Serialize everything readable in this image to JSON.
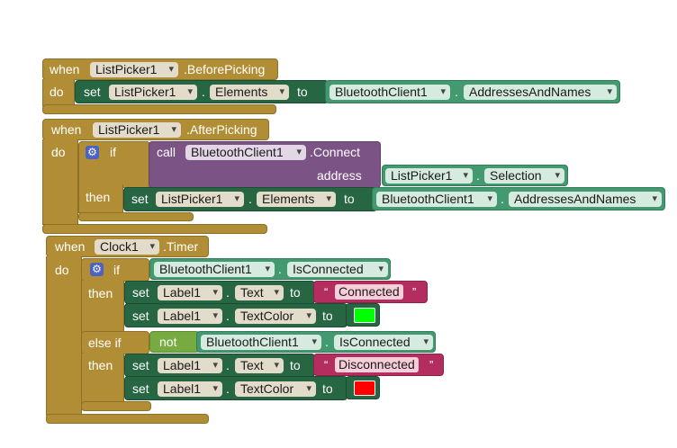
{
  "kw": {
    "when": "when",
    "do": "do",
    "set": "set",
    "to": "to",
    "call": "call",
    "if": "if",
    "then": "then",
    "else_if": "else if",
    "not": "not",
    "address": "address"
  },
  "b1": {
    "component": "ListPicker1",
    "event": ".BeforePicking",
    "set_comp": "ListPicker1",
    "set_prop": "Elements",
    "val_comp": "BluetoothClient1",
    "val_prop": "AddressesAndNames"
  },
  "b2": {
    "component": "ListPicker1",
    "event": ".AfterPicking",
    "call_comp": "BluetoothClient1",
    "method": ".Connect",
    "addr_comp": "ListPicker1",
    "addr_prop": "Selection",
    "set_comp": "ListPicker1",
    "set_prop": "Elements",
    "val_comp": "BluetoothClient1",
    "val_prop": "AddressesAndNames"
  },
  "b3": {
    "component": "Clock1",
    "event": ".Timer",
    "cond_comp": "BluetoothClient1",
    "cond_prop": "IsConnected",
    "s1_comp": "Label1",
    "s1_prop": "Text",
    "s1_val": "Connected",
    "s2_comp": "Label1",
    "s2_prop": "TextColor",
    "not_comp": "BluetoothClient1",
    "not_prop": "IsConnected",
    "s3_comp": "Label1",
    "s3_prop": "Text",
    "s3_val": "Disconnected",
    "s4_comp": "Label1",
    "s4_prop": "TextColor"
  },
  "colors": {
    "green": "#00ff00",
    "red": "#ff0000"
  },
  "icons": {
    "gear": "mutator-gear-icon",
    "dropdown": "chevron-down-icon"
  }
}
